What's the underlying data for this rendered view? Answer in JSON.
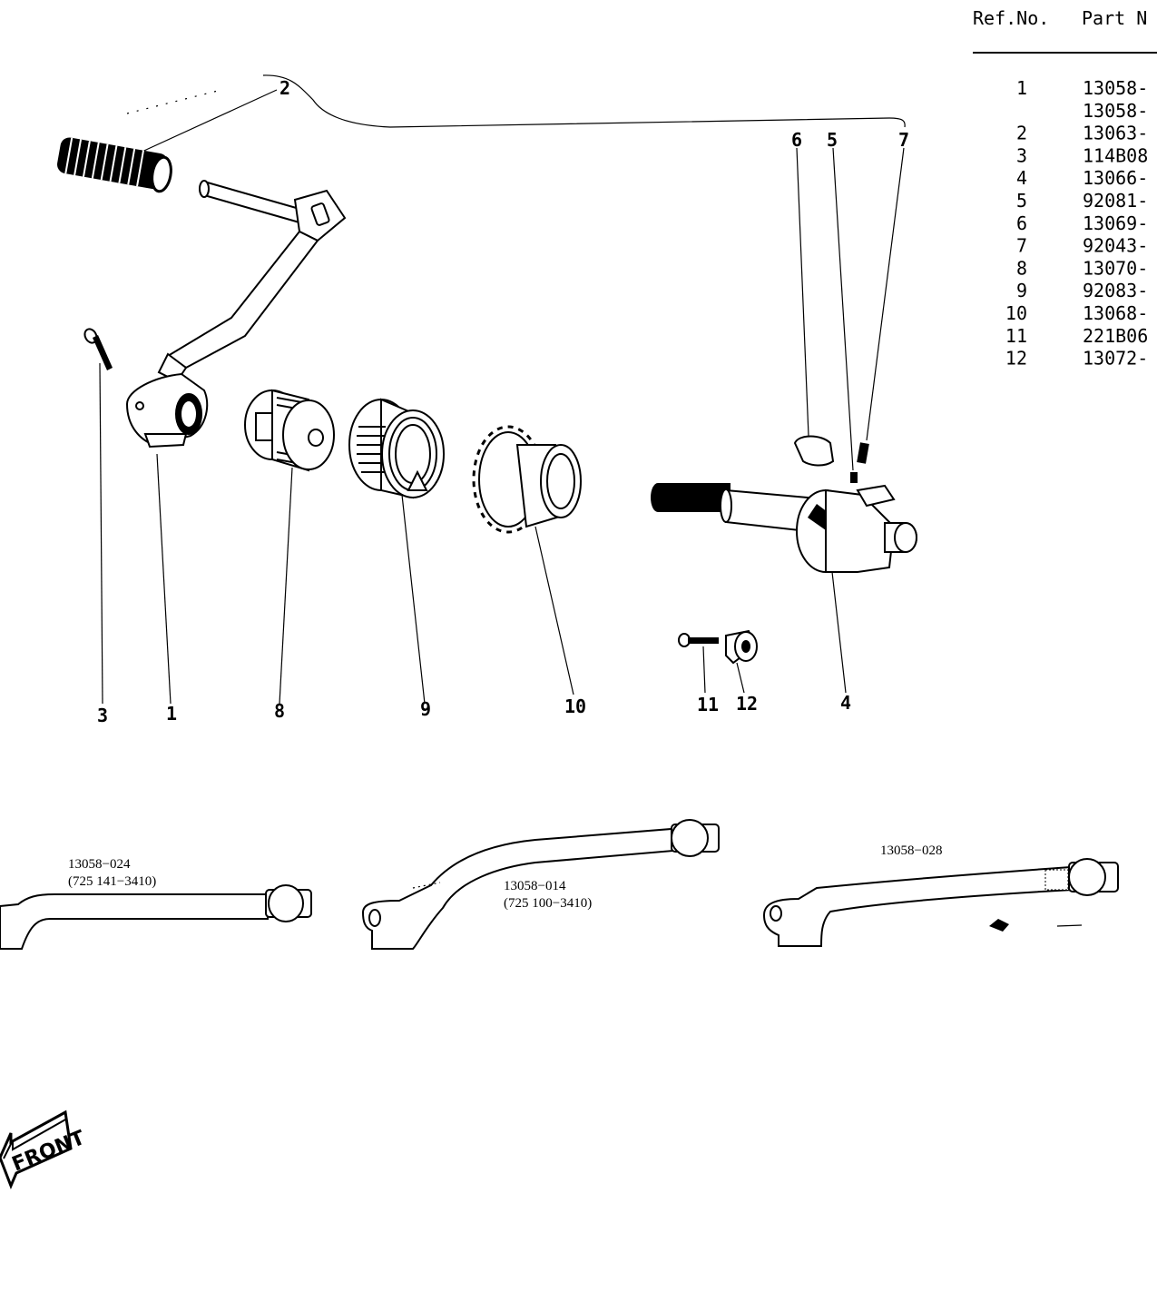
{
  "table": {
    "header_ref": "Ref.No.",
    "header_part": "Part N",
    "rows": [
      {
        "ref": "1",
        "part": "13058-"
      },
      {
        "ref": "",
        "part": "13058-"
      },
      {
        "ref": "2",
        "part": "13063-"
      },
      {
        "ref": "3",
        "part": "114B08"
      },
      {
        "ref": "4",
        "part": "13066-"
      },
      {
        "ref": "5",
        "part": "92081-"
      },
      {
        "ref": "6",
        "part": "13069-"
      },
      {
        "ref": "7",
        "part": "92043-"
      },
      {
        "ref": "8",
        "part": "13070-"
      },
      {
        "ref": "9",
        "part": "92083-"
      },
      {
        "ref": "10",
        "part": "13068-"
      },
      {
        "ref": "11",
        "part": "221B06"
      },
      {
        "ref": "12",
        "part": "13072-"
      }
    ]
  },
  "callouts": [
    "1",
    "2",
    "3",
    "4",
    "5",
    "6",
    "7",
    "8",
    "9",
    "10",
    "11",
    "12"
  ],
  "variants": [
    {
      "part_no": "13058−024",
      "code": "(725 141−3410)"
    },
    {
      "part_no": "13058−014",
      "code": "(725 100−3410)"
    },
    {
      "part_no": "13058−028",
      "code": ""
    }
  ],
  "front_label": "FRONT"
}
